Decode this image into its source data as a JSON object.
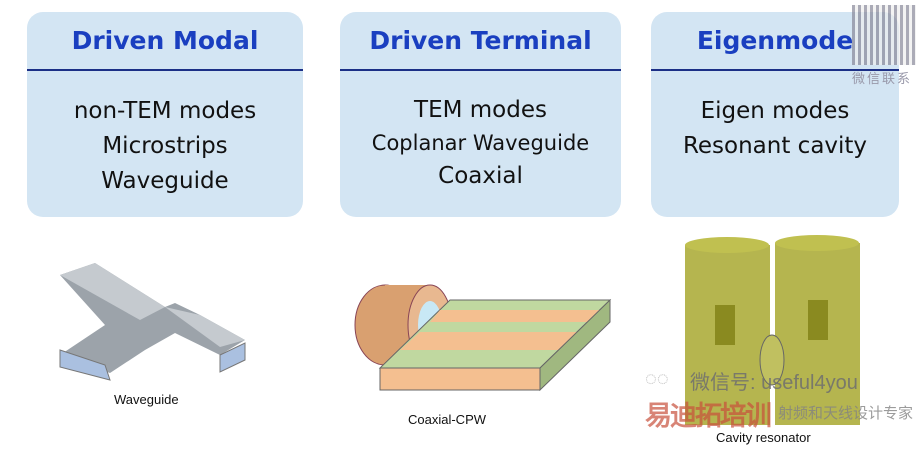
{
  "cards": [
    {
      "title": "Driven Modal",
      "items": [
        "non-TEM modes",
        "Microstrips",
        "Waveguide"
      ]
    },
    {
      "title": "Driven Terminal",
      "items": [
        "TEM modes",
        "Coplanar Waveguide",
        "Coaxial"
      ]
    },
    {
      "title": "Eigenmode",
      "items": [
        "Eigen modes",
        "Resonant cavity"
      ]
    }
  ],
  "captions": [
    "Waveguide",
    "Coaxial-CPW",
    "Cavity resonator"
  ],
  "watermark": {
    "wechat_id": "微信号: useful4you",
    "brand": "易迪拓培训",
    "slogan": "射频和天线设计专家",
    "qr_label": "微信联系"
  }
}
